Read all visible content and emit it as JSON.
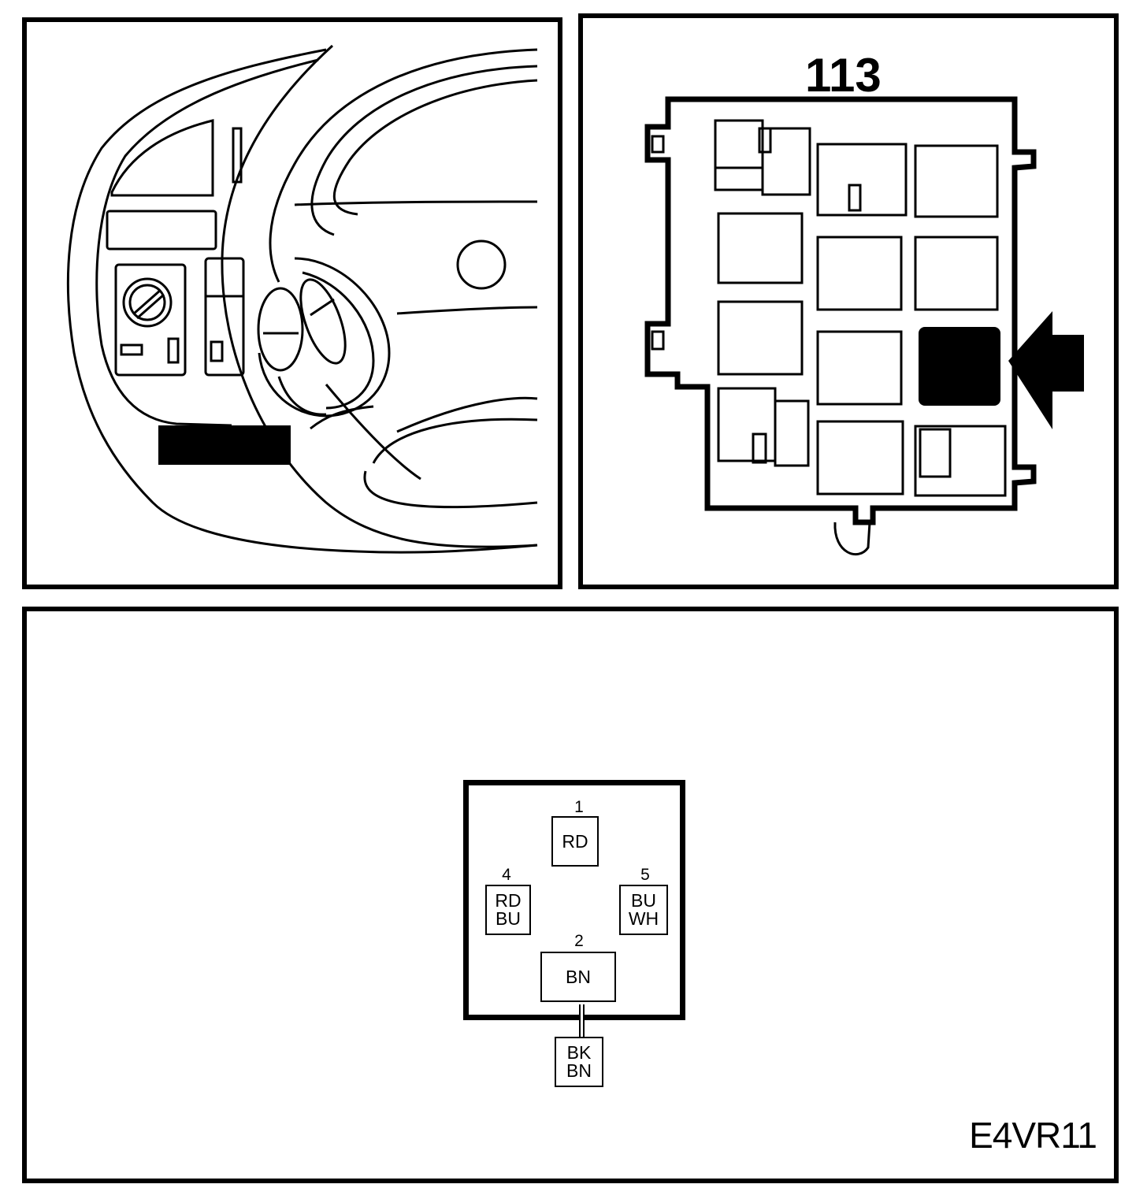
{
  "relay_box": {
    "label": "113",
    "highlight_color": "#000000"
  },
  "connector": {
    "pins": [
      {
        "number": "1",
        "wire": "RD"
      },
      {
        "number": "4",
        "wire": "RD\nBU"
      },
      {
        "number": "5",
        "wire": "BU\nWH"
      },
      {
        "number": "2",
        "wire": "BN"
      }
    ],
    "external_wire": "BK\nBN"
  },
  "diagram_code": "E4VR11"
}
